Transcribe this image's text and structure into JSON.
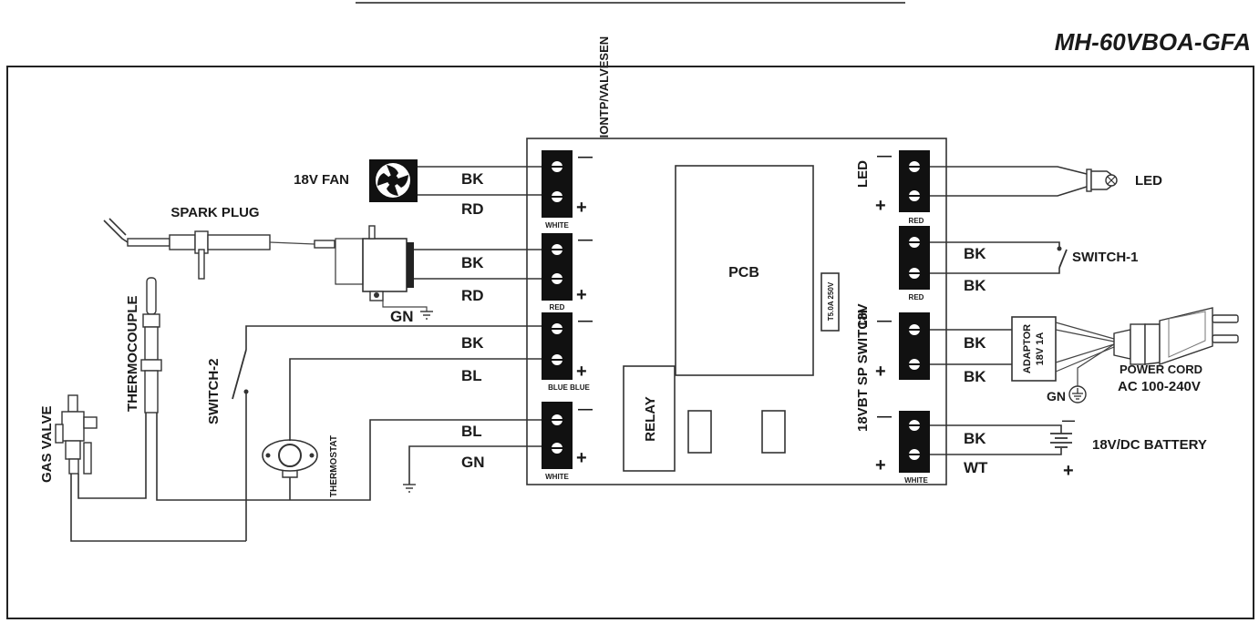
{
  "model": "MH-60VBOA-GFA",
  "header_vertical": "FANIGNITIONTP/VALVESEN",
  "board": {
    "pcb": "PCB",
    "relay": "RELAY",
    "fuse": "T5.0A 250V",
    "right_vertical": "18VBT SP SWITCH",
    "right_vertical_b": "18V"
  },
  "terminals": {
    "t1_tag": "WHITE",
    "t2_tag": "RED",
    "t3_tag": "BLUE BLUE",
    "t4_tag": "WHITE",
    "r1_tag": "RED",
    "r2_tag": "RED",
    "r4_tag": "WHITE",
    "minus": "—",
    "plus": "+"
  },
  "components": {
    "fan": "18V FAN",
    "spark_plug": "SPARK PLUG",
    "thermocouple": "THERMOCOUPLE",
    "gas_valve": "GAS VALVE",
    "switch2": "SWITCH-2",
    "thermostat": "THERMOSTAT",
    "gn_left": "GN",
    "led": "LED",
    "led_side": "LED",
    "switch1": "SWITCH-1",
    "adaptor": "ADAPTOR",
    "adaptor_spec": "18V 1A",
    "power_cord": "POWER CORD",
    "ac_range": "AC 100-240V",
    "gn_right": "GN",
    "battery": "18V/DC BATTERY"
  },
  "wires": {
    "fan_bk": "BK",
    "fan_rd": "RD",
    "spark_bk": "BK",
    "spark_rd": "RD",
    "sw2_bk": "BK",
    "sw2_bl": "BL",
    "tp_bl": "BL",
    "tp_gn": "GN",
    "sw1_bk_a": "BK",
    "sw1_bk_b": "BK",
    "ad_bk_a": "BK",
    "ad_bk_b": "BK",
    "bat_bk": "BK",
    "bat_wt": "WT"
  }
}
